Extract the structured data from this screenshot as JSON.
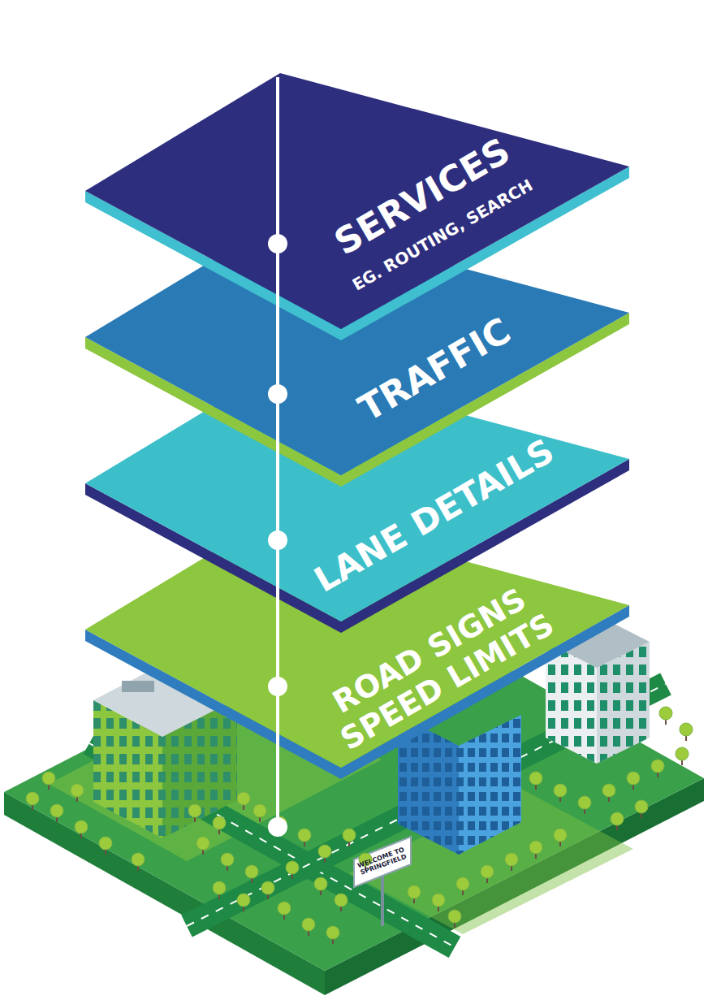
{
  "diagram": {
    "nodes": [
      {
        "text": [
          "SERVICES",
          "EG. ROUTING, SEARCH"
        ]
      },
      {
        "text": [
          "TRAFFIC"
        ]
      },
      {
        "text": [
          "LANE DETAILS"
        ]
      },
      {
        "text": [
          "ROAD SIGNS SPEED LIMITS"
        ]
      }
    ],
    "edges": [
      {
        "from": 0,
        "to": 1,
        "arrow": "none"
      },
      {
        "from": 1,
        "to": 2,
        "arrow": "none"
      },
      {
        "from": 2,
        "to": 3,
        "arrow": "none"
      }
    ],
    "labels": [
      "WELCOME TO SPRINGFIELD"
    ]
  }
}
